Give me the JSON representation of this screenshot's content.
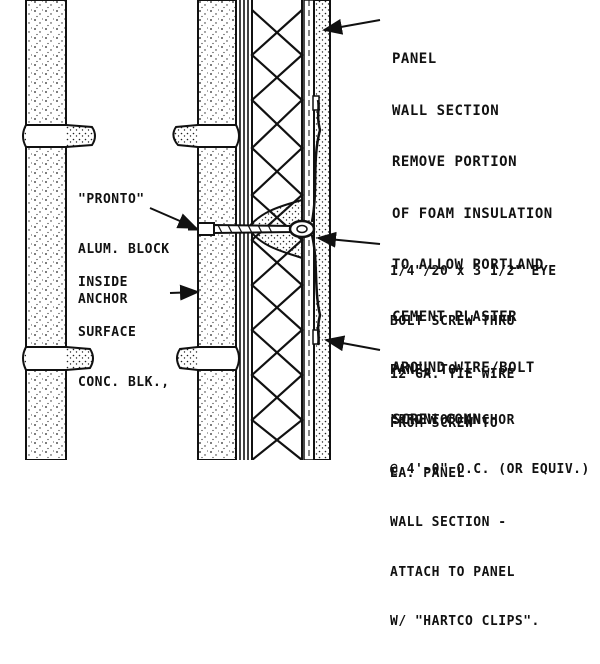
{
  "notes": {
    "panel": [
      "PANEL",
      "WALL SECTION",
      "REMOVE PORTION",
      "OF FOAM INSULATION",
      "TO ALLOW PORTLAND",
      "CEMENT PLASTER",
      "AROUND WIRE/BOLT",
      "SCREW CONN."
    ],
    "pronto": [
      "\"PRONTO\"",
      "ALUM. BLOCK",
      "ANCHOR"
    ],
    "inside": [
      "INSIDE",
      "SURFACE",
      "CONC. BLK.,"
    ],
    "bolt": [
      "1/4\"/20 x 3 1/2\" EYE",
      "BOLT SCREW THRU",
      "PANEL TO",
      "\"PRONTO\" ANCHOR",
      "@ 4'-0\" O.C. (OR EQUIV.)"
    ],
    "tie": [
      "12 GA. TIE WIRE",
      "FROM SCREW TO",
      "EA. PANEL",
      "WALL SECTION -",
      "ATTACH TO PANEL",
      "W/ \"HARTCO CLIPS\"."
    ]
  },
  "colors": {
    "ink": "#111111",
    "paper": "#ffffff"
  }
}
